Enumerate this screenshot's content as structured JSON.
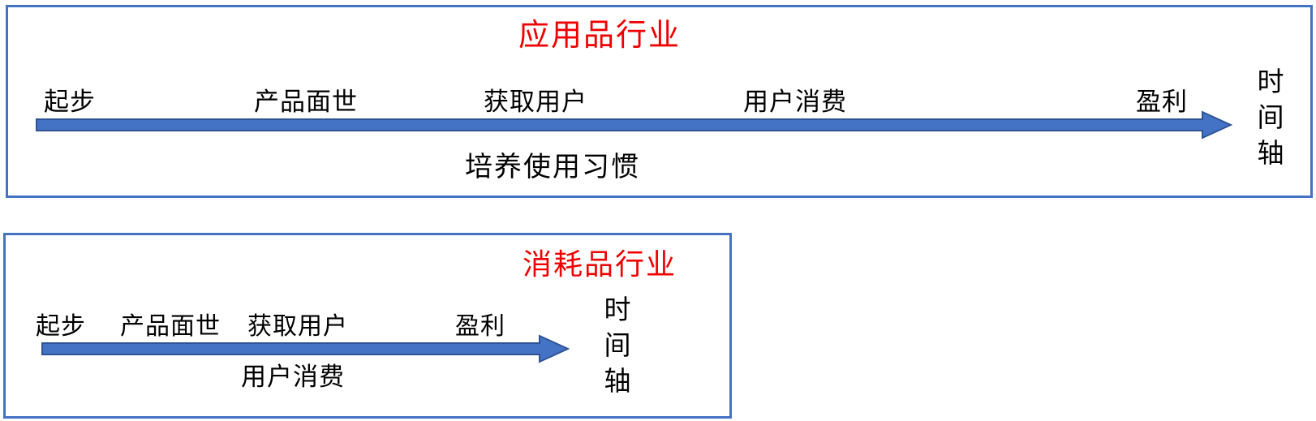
{
  "colors": {
    "accent_blue": "#4472C4",
    "arrow_outline": "#2F5496",
    "title_red": "#F00000",
    "text_black": "#000000",
    "background": "#FFFFFF"
  },
  "top_panel": {
    "title": "应用品行业",
    "milestones": [
      "起步",
      "产品面世",
      "获取用户",
      "用户消费",
      "盈利"
    ],
    "below_arrow_label": "培养使用习惯",
    "axis_label": "时间轴"
  },
  "bottom_panel": {
    "title": "消耗品行业",
    "milestones": [
      "起步",
      "产品面世",
      "获取用户",
      "盈利"
    ],
    "below_arrow_label": "用户消费",
    "axis_label": "时间轴"
  }
}
